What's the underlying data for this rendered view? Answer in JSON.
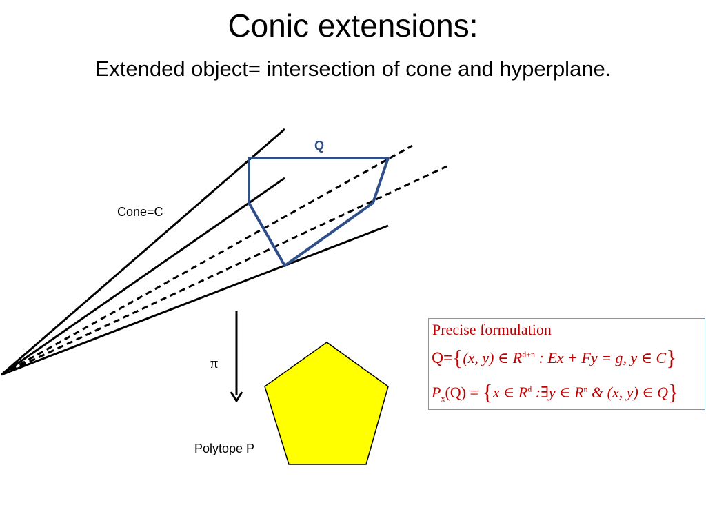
{
  "slide": {
    "title": "Conic extensions:",
    "subtitle": "Extended object= intersection of cone and hyperplane."
  },
  "labels": {
    "q": "Q",
    "cone": "Cone=C",
    "pi": "π",
    "polytope": "Polytope P"
  },
  "formula": {
    "heading": "Precise formulation",
    "q_prefix": "Q=",
    "q_left": "(x, y) ∈ R",
    "q_sup": "d+n",
    "q_right": " : Ex + Fy = g, y ∈ C",
    "p_name": "P",
    "p_sub": "x",
    "p_mid": "(Q) = ",
    "p_inner_1": "x ∈ R",
    "p_sup_1": "d",
    "p_inner_2": " :∃y ∈ R",
    "p_sup_2": "n",
    "p_inner_3": " & (x, y) ∈ Q"
  },
  "colors": {
    "polygon_q": "#2f4f8a",
    "pentagon_fill": "#ffff00",
    "formula_text": "#c00000",
    "formula_border": "#6f98c7"
  }
}
